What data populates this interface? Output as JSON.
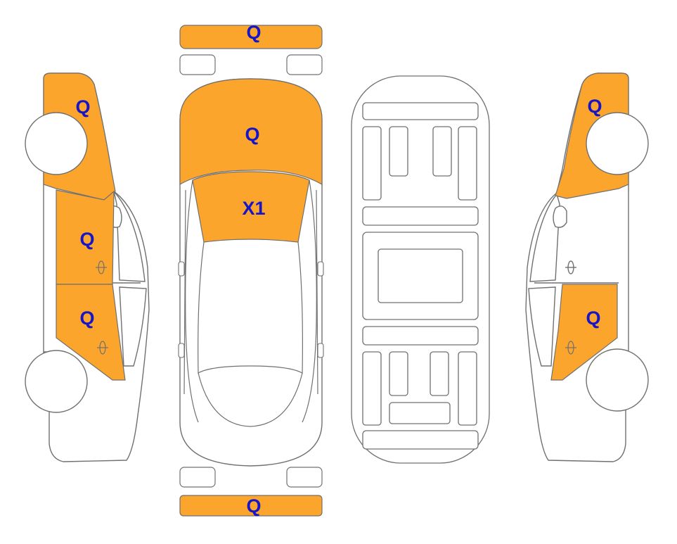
{
  "colors": {
    "damage_fill": "#FBA52C",
    "outline": "#707070",
    "label": "#1616C8",
    "background": "#FFFFFF"
  },
  "labels": {
    "front_bumper": "Q",
    "hood": "Q",
    "windshield": "X1",
    "rear_bumper": "Q",
    "left_front_fender": "Q",
    "left_front_door": "Q",
    "left_rear_door": "Q",
    "right_front_fender": "Q",
    "right_rear_door": "Q"
  }
}
